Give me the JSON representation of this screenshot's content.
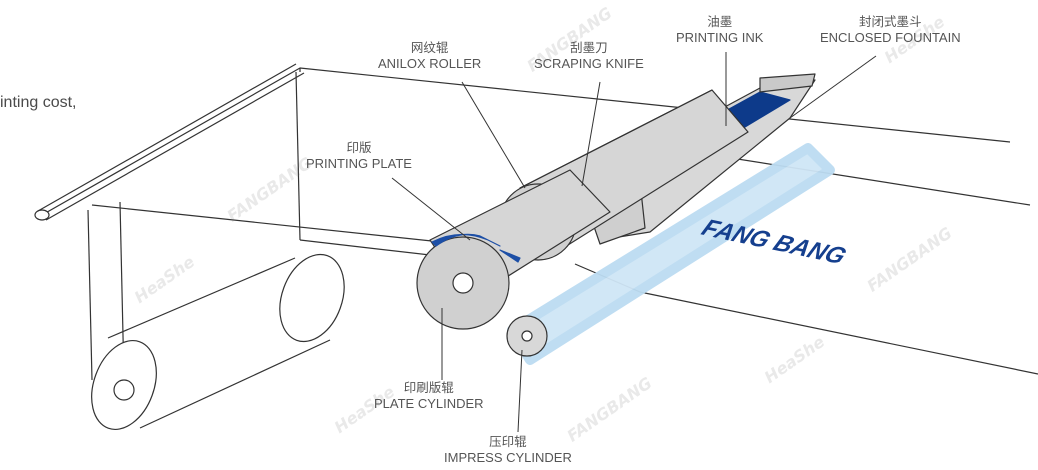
{
  "intro_text": "inting cost,",
  "brand_print": "FANG BANG",
  "labels": {
    "anilox": {
      "zh": "网纹辊",
      "en": "ANILOX ROLLER"
    },
    "knife": {
      "zh": "刮墨刀",
      "en": "SCRAPING KNIFE"
    },
    "ink": {
      "zh": "油墨",
      "en": "PRINTING INK"
    },
    "fountain": {
      "zh": "封闭式墨斗",
      "en": "ENCLOSED FOUNTAIN"
    },
    "plate": {
      "zh": "印版",
      "en": "PRINTING PLATE"
    },
    "plate_cyl": {
      "zh": "印刷版辊",
      "en": "PLATE CYLINDER"
    },
    "impress": {
      "zh": "压印辊",
      "en": "IMPRESS CYLINDER"
    }
  },
  "watermarks": [
    "FANGBANG",
    "HeaShe"
  ],
  "colors": {
    "ink_blue": "#0d3a8a",
    "brand_blue": "#153f8e",
    "roller_gray": "#d2d2d2",
    "impress_blue": "#cfe6f6",
    "line": "#333333"
  }
}
